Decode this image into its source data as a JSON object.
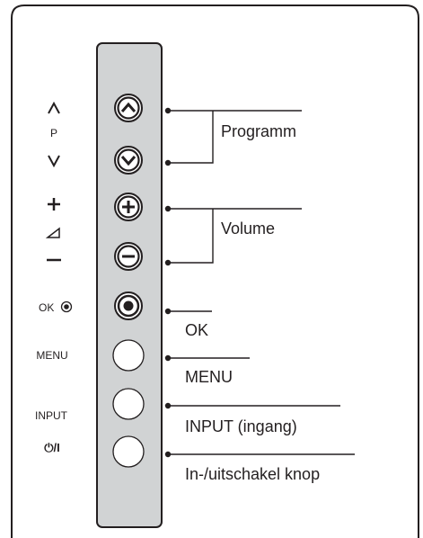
{
  "panel_labels": {
    "prog_up": "^",
    "prog_p": "P",
    "prog_down": "v",
    "vol_plus": "+",
    "vol_minus": "–",
    "ok": "OK",
    "menu": "MENU",
    "input": "INPUT",
    "power": "⏻/I"
  },
  "callouts": {
    "programm": "Programm",
    "volume": "Volume",
    "ok": "OK",
    "menu": "MENU",
    "input": "INPUT (ingang)",
    "power": "In-/uitschakel knop"
  },
  "colors": {
    "frame": "#231f20",
    "panel_fill": "#d1d3d4",
    "button_fill": "#ffffff",
    "line": "#231f20"
  }
}
